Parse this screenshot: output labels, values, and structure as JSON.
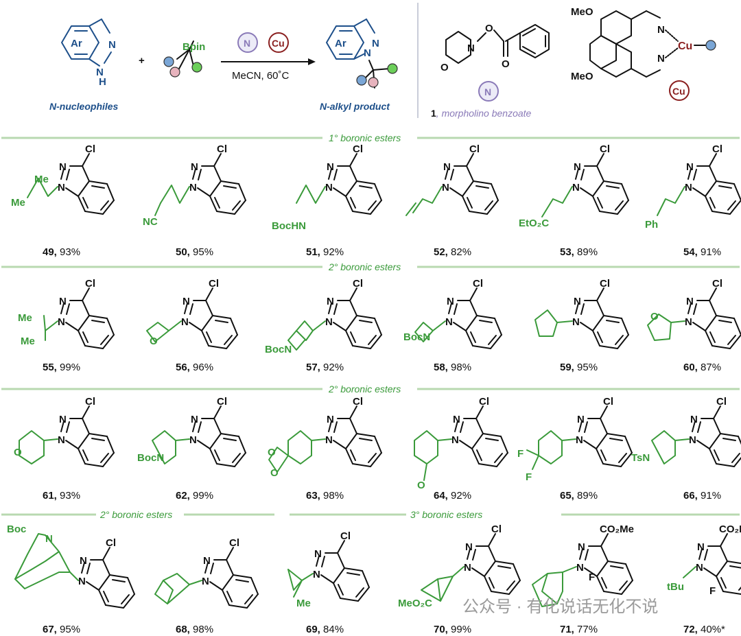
{
  "header": {
    "nucleophile_label": "N-nucleophiles",
    "product_label": "N-alkyl product",
    "ar_label": "Ar",
    "n_label": "N",
    "h_label": "H",
    "plus": "+",
    "bpin": "Bpin",
    "n_badge": "N",
    "cu_badge": "Cu",
    "conditions": "MeCN, 60˚C",
    "reagent_num": "1",
    "reagent_name": ", morpholino benzoate",
    "meo_top": "MeO",
    "meo_bottom": "MeO",
    "cu_atom": "Cu",
    "o_atom": "O"
  },
  "sections": {
    "primary": "1° boronic esters",
    "secondary_a": "2° boronic esters",
    "secondary_b": "2° boronic esters",
    "secondary_c": "2° boronic esters",
    "tertiary": "3° boronic esters"
  },
  "atoms": {
    "cl": "Cl",
    "n": "N",
    "me": "Me",
    "nc": "NC",
    "bochn": "BocHN",
    "eto2c": "EtO₂C",
    "ph": "Ph",
    "o": "O",
    "bocn": "BocN",
    "tsn": "TsN",
    "f": "F",
    "boc": "Boc",
    "meo2c": "MeO₂C",
    "co2me": "CO₂Me",
    "tbu": "tBu"
  },
  "compounds": [
    {
      "num": "49",
      "yield": "93%"
    },
    {
      "num": "50",
      "yield": "95%"
    },
    {
      "num": "51",
      "yield": "92%"
    },
    {
      "num": "52",
      "yield": "82%"
    },
    {
      "num": "53",
      "yield": "89%"
    },
    {
      "num": "54",
      "yield": "91%"
    },
    {
      "num": "55",
      "yield": "99%"
    },
    {
      "num": "56",
      "yield": "96%"
    },
    {
      "num": "57",
      "yield": "92%"
    },
    {
      "num": "58",
      "yield": "98%"
    },
    {
      "num": "59",
      "yield": "95%"
    },
    {
      "num": "60",
      "yield": "87%"
    },
    {
      "num": "61",
      "yield": "93%"
    },
    {
      "num": "62",
      "yield": "99%"
    },
    {
      "num": "63",
      "yield": "98%"
    },
    {
      "num": "64",
      "yield": "92%"
    },
    {
      "num": "65",
      "yield": "89%"
    },
    {
      "num": "66",
      "yield": "91%"
    },
    {
      "num": "67",
      "yield": "95%"
    },
    {
      "num": "68",
      "yield": "98%"
    },
    {
      "num": "69",
      "yield": "84%"
    },
    {
      "num": "70",
      "yield": "99%"
    },
    {
      "num": "71",
      "yield": "77%"
    },
    {
      "num": "72",
      "yield": "40%*"
    }
  ],
  "watermark": "公众号 · 有化说话无化不说",
  "colors": {
    "green": "#3a9a3a",
    "blue": "#1d4f8a",
    "purple": "#8a7ab8",
    "red": "#8a1f1f",
    "divider": "#b8d9b0"
  }
}
